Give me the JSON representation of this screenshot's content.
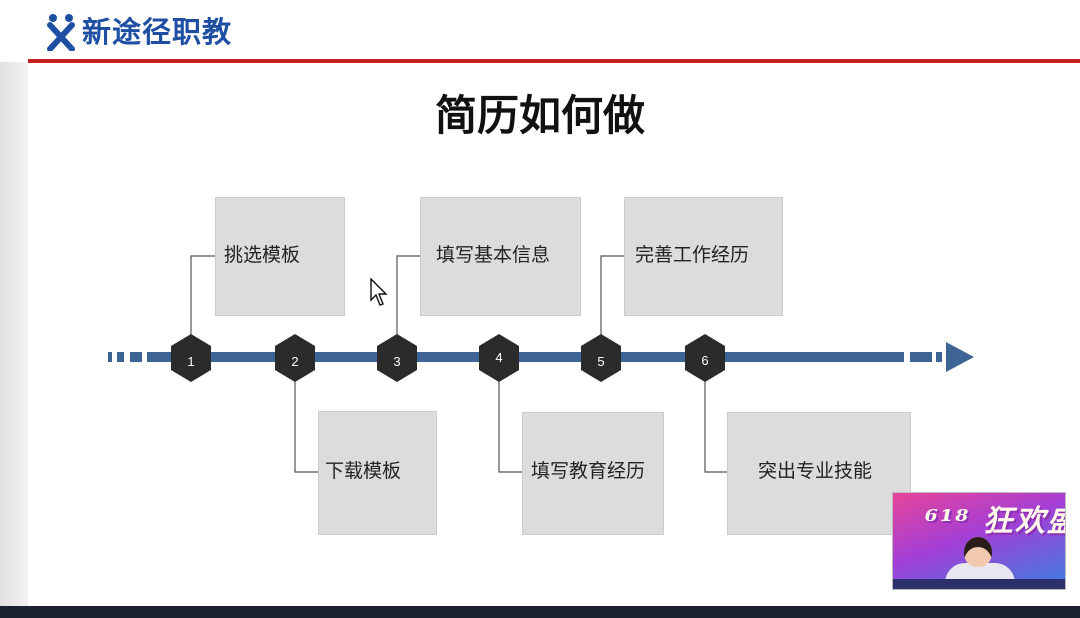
{
  "brand": {
    "name": "新途径职教",
    "color": "#1f4fa3"
  },
  "header": {
    "accent_color": "#c8201f"
  },
  "slide": {
    "title": "简历如何做",
    "steps": [
      {
        "number": "1",
        "label": "挑选模板"
      },
      {
        "number": "2",
        "label": "下载模板"
      },
      {
        "number": "3",
        "label": "填写基本信息"
      },
      {
        "number": "4",
        "label": "填写教育经历"
      },
      {
        "number": "5",
        "label": "完善工作经历"
      },
      {
        "number": "6",
        "label": "突出专业技能"
      }
    ],
    "timeline_color": "#3d6494",
    "hexagon_color": "#2b2b2b",
    "card_color": "#dcdcdc"
  },
  "video_overlay": {
    "icon": "presenter-video"
  }
}
